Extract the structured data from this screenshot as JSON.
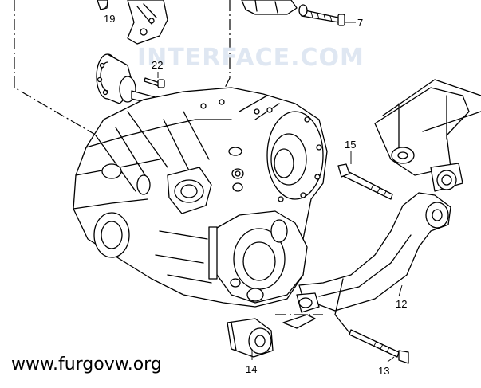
{
  "watermark": {
    "text": "INTERFACE.COM"
  },
  "site_credit": {
    "text": "www.furgovw.org"
  },
  "callouts": [
    {
      "id": "19",
      "label": "19"
    },
    {
      "id": "7",
      "label": "7"
    },
    {
      "id": "22",
      "label": "22"
    },
    {
      "id": "15",
      "label": "15"
    },
    {
      "id": "12",
      "label": "12"
    },
    {
      "id": "14",
      "label": "14"
    },
    {
      "id": "13",
      "label": "13"
    }
  ]
}
